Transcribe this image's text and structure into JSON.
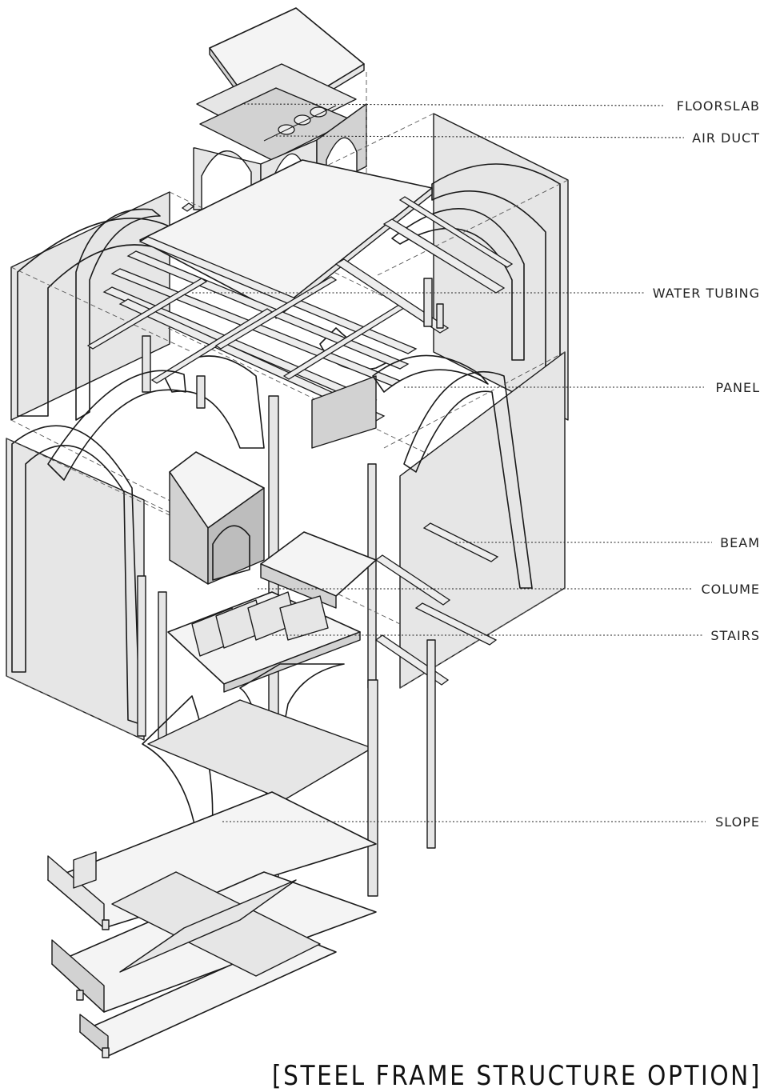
{
  "diagram": {
    "caption": "[STEEL FRAME STRUCTURE OPTION]",
    "callouts": [
      {
        "id": "floorslab",
        "label": "FLOORSLAB"
      },
      {
        "id": "air-duct",
        "label": "AIR DUCT"
      },
      {
        "id": "water-tubing",
        "label": "WATER TUBING"
      },
      {
        "id": "panel",
        "label": "PANEL"
      },
      {
        "id": "beam",
        "label": "BEAM"
      },
      {
        "id": "colume",
        "label": "COLUME"
      },
      {
        "id": "stairs",
        "label": "STAIRS"
      },
      {
        "id": "slope",
        "label": "SLOPE"
      }
    ]
  }
}
